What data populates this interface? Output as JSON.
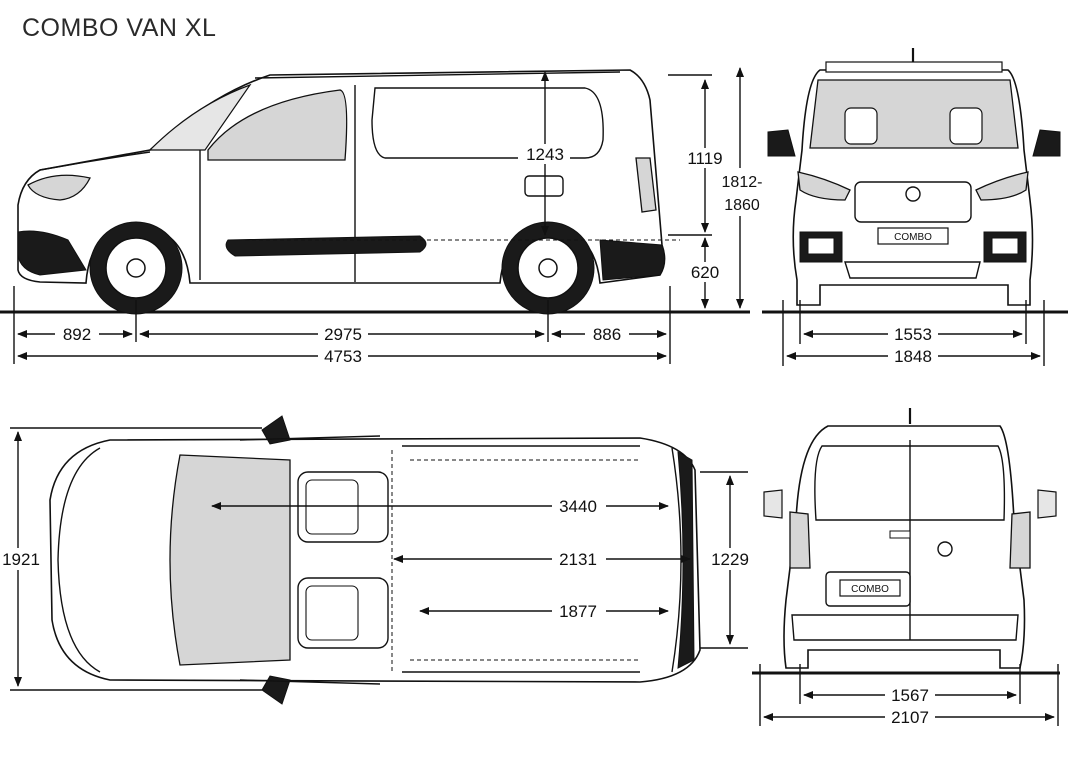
{
  "title": "COMBO VAN XL",
  "side_view": {
    "front_overhang": "892",
    "wheelbase": "2975",
    "rear_overhang": "886",
    "overall_length": "4753",
    "cargo_height": "1243",
    "rear_opening_height": "1119",
    "overall_height_line1": "1812-",
    "overall_height_line2": "1860",
    "load_sill_height": "620"
  },
  "front_view": {
    "front_track": "1553",
    "body_width": "1848",
    "plate_text": "COMBO"
  },
  "top_view": {
    "width_with_mirrors": "1921",
    "floor_length_max": "3440",
    "floor_length_mid": "2131",
    "floor_length_min": "1877",
    "width_between_arches": "1229"
  },
  "rear_view": {
    "rear_track": "1567",
    "width_with_mirrors": "2107",
    "plate_text": "COMBO"
  }
}
